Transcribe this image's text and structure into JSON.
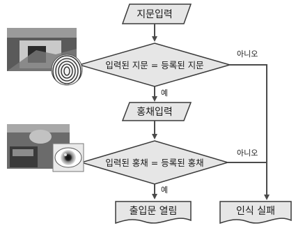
{
  "flow": {
    "fingerprint_input": "지문입력",
    "fingerprint_decision": "입력된 지문 = 등록된 지문",
    "iris_input": "홍채입력",
    "iris_decision": "입력된 홍채 = 등록된 홍채",
    "result_pass": "출입문 열림",
    "result_fail": "인식 실패",
    "yes_label_1": "예",
    "no_label_1": "아니오",
    "yes_label_2": "예",
    "no_label_2": "아니오"
  },
  "colors": {
    "shape_fill": "#e6e6e6",
    "shape_stroke": "#3a3a3a",
    "arrow": "#4a4a4a"
  },
  "icons": {
    "fingerprint_photo": "fingerprint-scanner-photo",
    "iris_photo": "iris-scanner-photo"
  }
}
